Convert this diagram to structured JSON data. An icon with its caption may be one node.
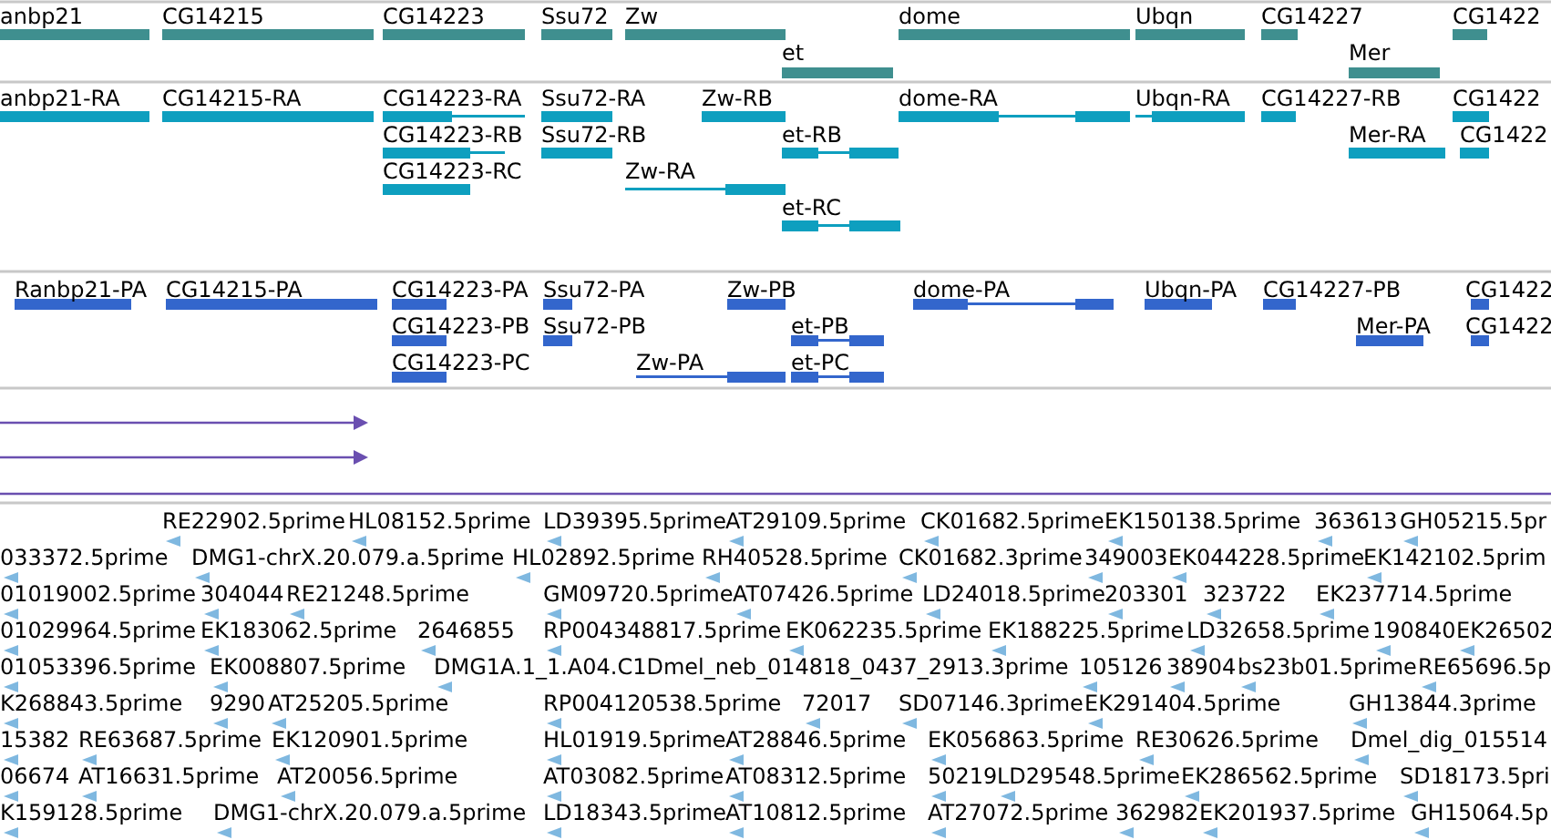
{
  "diagram": {
    "labels": [
      "anbp21",
      "CG14215",
      "CG14223",
      "Ssu72",
      "Zw",
      "dome",
      "Ubqn",
      "CG14227",
      "CG1422",
      "et",
      "Mer",
      "anbp21-RA",
      "CG14215-RA",
      "CG14223-RA",
      "Ssu72-RA",
      "Zw-RB",
      "dome-RA",
      "Ubqn-RA",
      "CG14227-RB",
      "CG1422",
      "CG14223-RB",
      "Ssu72-RB",
      "et-RB",
      "Mer-RA",
      "CG1422",
      "CG14223-RC",
      "Zw-RA",
      "et-RC",
      "Ranbp21-PA",
      "CG14215-PA",
      "CG14223-PA",
      "Ssu72-PA",
      "Zw-PB",
      "dome-PA",
      "Ubqn-PA",
      "CG14227-PB",
      "CG1422",
      "CG14223-PB",
      "Ssu72-PB",
      "et-PB",
      "Mer-PA",
      "CG1422",
      "CG14223-PC",
      "Zw-PA",
      "et-PC",
      "RE22902.5prime",
      "HL08152.5prime",
      "LD39395.5prime",
      "AT29109.5prime",
      "CK01682.5prime",
      "EK150138.5prime",
      "363613",
      "GH05215.5pr",
      "033372.5prime",
      "DMG1-chrX.20.079.a.5prime",
      "HL02892.5prime",
      "RH40528.5prime",
      "CK01682.3prime",
      "349003",
      "EK044228.5prime",
      "EK142102.5prim",
      "01019002.5prime",
      "304044",
      "RE21248.5prime",
      "GM09720.5prime",
      "AT07426.5prime",
      "LD24018.5prime",
      "203301",
      "323722",
      "EK237714.5prime",
      "01029964.5prime",
      "EK183062.5prime",
      "2646855",
      "RP004348817.5prime",
      "EK062235.5prime",
      "EK188225.5prime",
      "LD32658.5prime",
      "190840",
      "EK26502",
      "01053396.5prime",
      "EK008807.5prime",
      "DMG1A.1_1.A04.C1Dmel_neb_014818_0437_2913.3prime",
      "105126",
      "38904",
      "bs23b01.5prime",
      "RE65696.5p",
      "K268843.5prime",
      "9290",
      "AT25205.5prime",
      "RP004120538.5prime",
      "72017",
      "SD07146.3prime",
      "EK291404.5prime",
      "GH13844.3prime",
      "15382",
      "RE63687.5prime",
      "EK120901.5prime",
      "HL01919.5prime",
      "AT28846.5prime",
      "EK056863.5prime",
      "RE30626.5prime",
      "Dmel_dig_015514",
      "06674",
      "AT16631.5prime",
      "AT20056.5prime",
      "AT03082.5prime",
      "AT08312.5prime",
      "50219",
      "LD29548.5prime",
      "EK286562.5prime",
      "SD18173.5pri",
      "K159128.5prime",
      "DMG1-chrX.20.079.a.5prime",
      "LD18343.5prime",
      "AT10812.5prime",
      "AT27072.5prime",
      "362982",
      "EK201937.5prime",
      "GH15064.5p"
    ]
  }
}
